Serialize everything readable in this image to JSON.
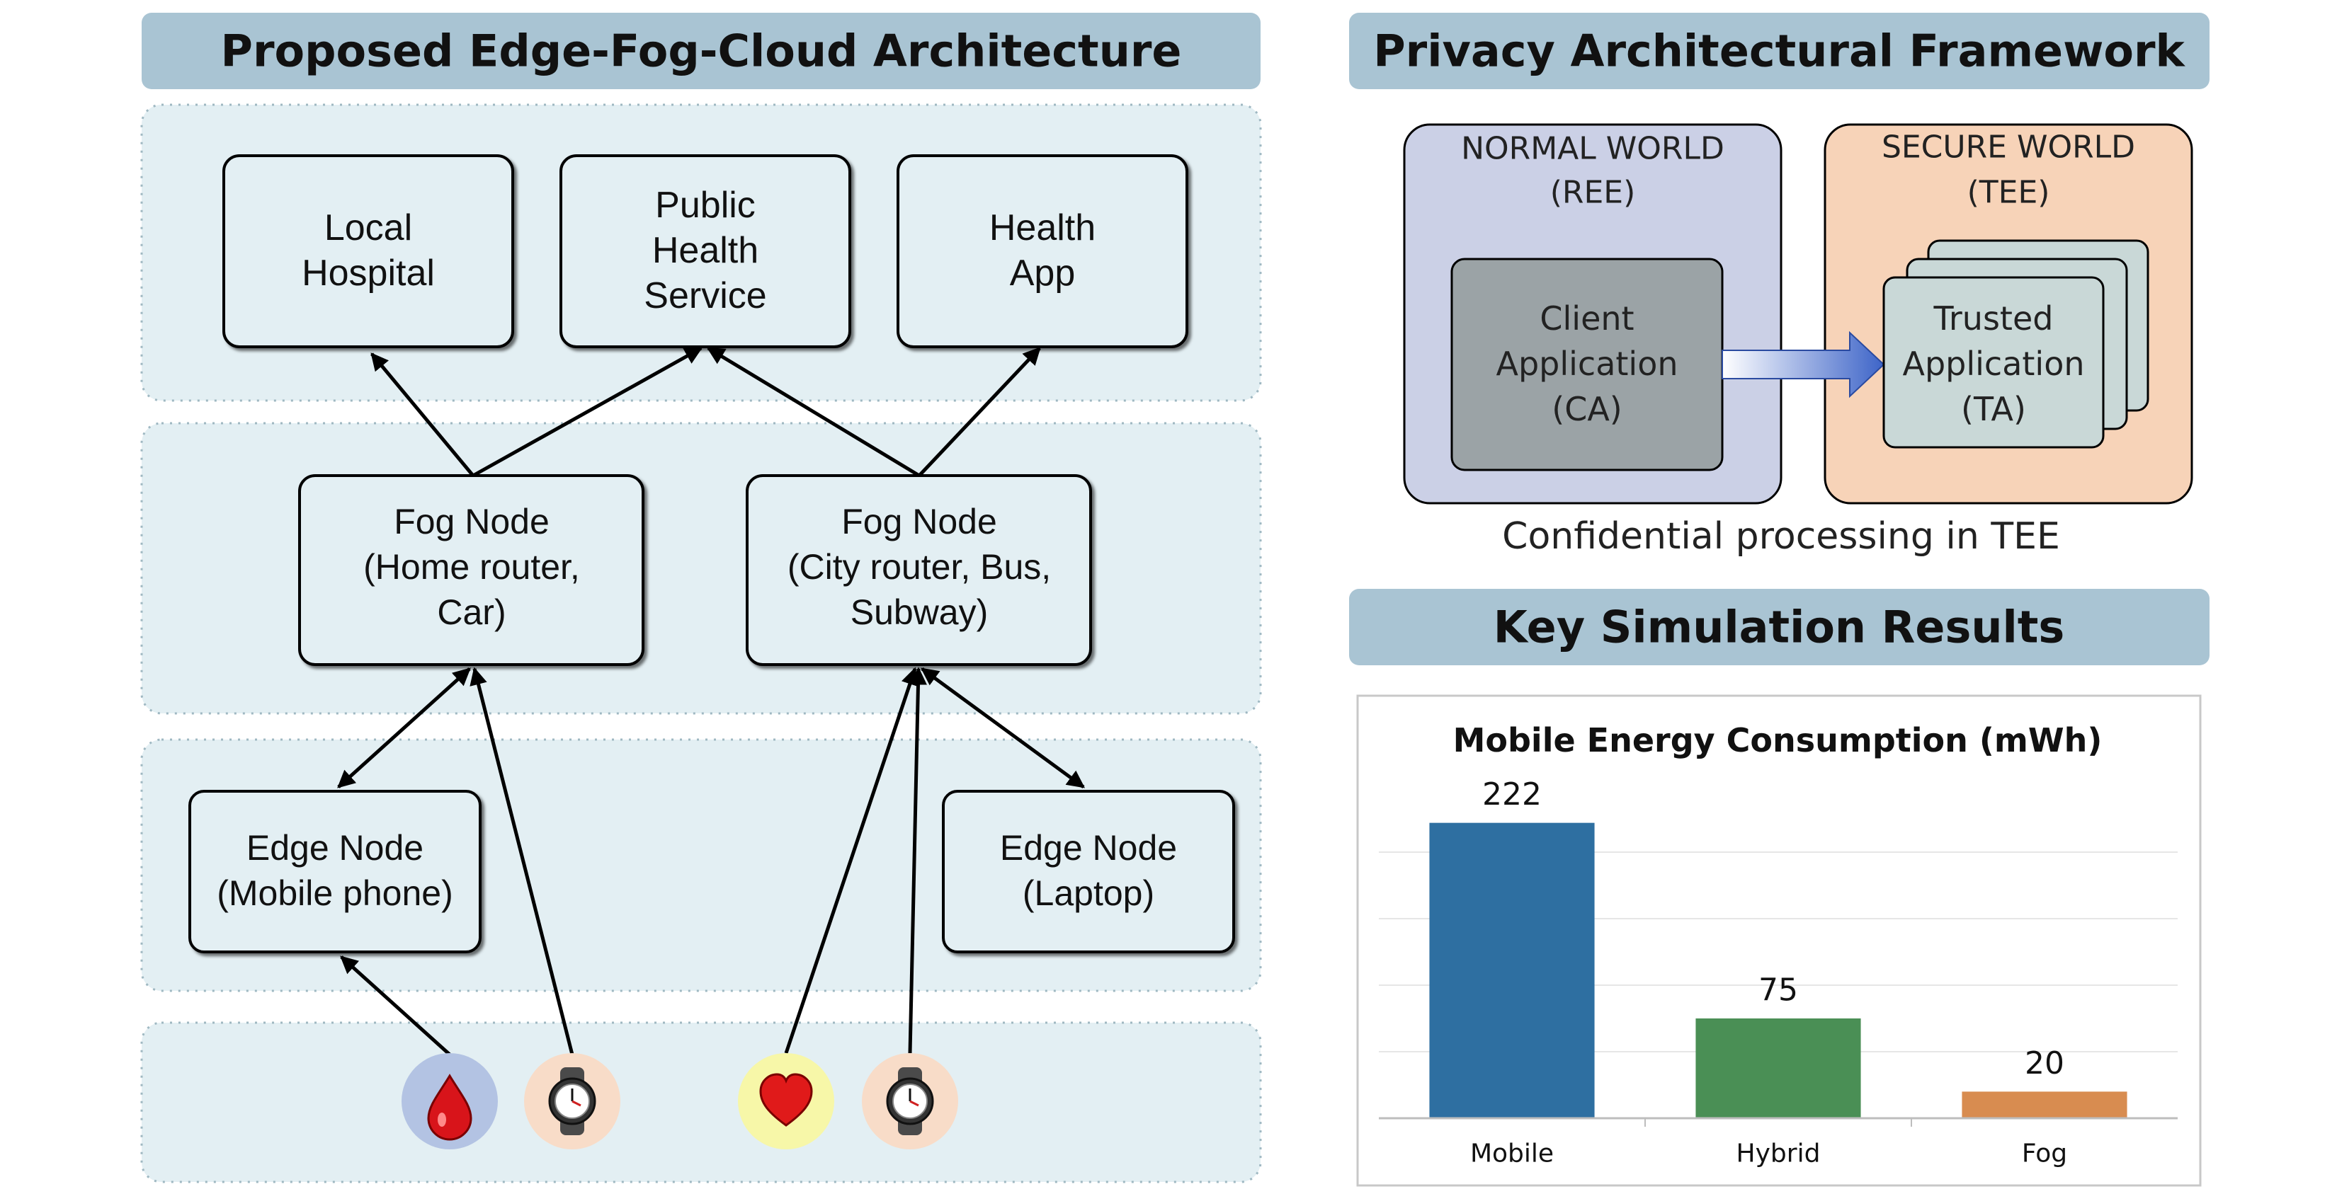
{
  "left_title": "Proposed Edge-Fog-Cloud Architecture",
  "right_title": "Privacy Architectural Framework",
  "results_title": "Key Simulation Results",
  "cloud_nodes": [
    {
      "lines": [
        "Local",
        "Hospital"
      ]
    },
    {
      "lines": [
        "Public",
        "Health",
        "Service"
      ]
    },
    {
      "lines": [
        "Health",
        "App"
      ]
    }
  ],
  "fog_nodes": [
    {
      "lines": [
        "Fog Node",
        "(Home router,",
        "Car)"
      ]
    },
    {
      "lines": [
        "Fog Node",
        "(City router, Bus,",
        "Subway)"
      ]
    }
  ],
  "edge_nodes": [
    {
      "lines": [
        "Edge Node",
        "(Mobile phone)"
      ]
    },
    {
      "lines": [
        "Edge Node",
        "(Laptop)"
      ]
    }
  ],
  "sensors": [
    {
      "icon": "blood-drop-icon",
      "color": "#b3c3e3"
    },
    {
      "icon": "smartwatch-icon",
      "color": "#f8dcc8"
    },
    {
      "icon": "heart-icon",
      "color": "#f7f7a8"
    },
    {
      "icon": "smartwatch-icon",
      "color": "#f8dcc8"
    }
  ],
  "privacy": {
    "normal_world": [
      "NORMAL WORLD",
      "(REE)"
    ],
    "secure_world": [
      "SECURE WORLD",
      "(TEE)"
    ],
    "client_app": [
      "Client",
      "Application",
      "(CA)"
    ],
    "trusted_app": [
      "Trusted",
      "Application",
      "(TA)"
    ],
    "caption": "Confidential processing in TEE"
  },
  "colors": {
    "banner": "#a9c4d3",
    "tier_bg": "#e3eff3",
    "normal_world": "#cbd0e6",
    "secure_world": "#f7d3b8",
    "client_app": "#9ba3a6",
    "trusted_app": "#c9d8d7"
  },
  "chart_data": {
    "type": "bar",
    "title": "Mobile Energy Consumption (mWh)",
    "categories": [
      "Mobile",
      "Hybrid",
      "Fog"
    ],
    "values": [
      222,
      75,
      20
    ],
    "colors": [
      "#2e6fa1",
      "#4a8f55",
      "#d88c50"
    ],
    "ylim": [
      0,
      250
    ],
    "grid": true
  }
}
